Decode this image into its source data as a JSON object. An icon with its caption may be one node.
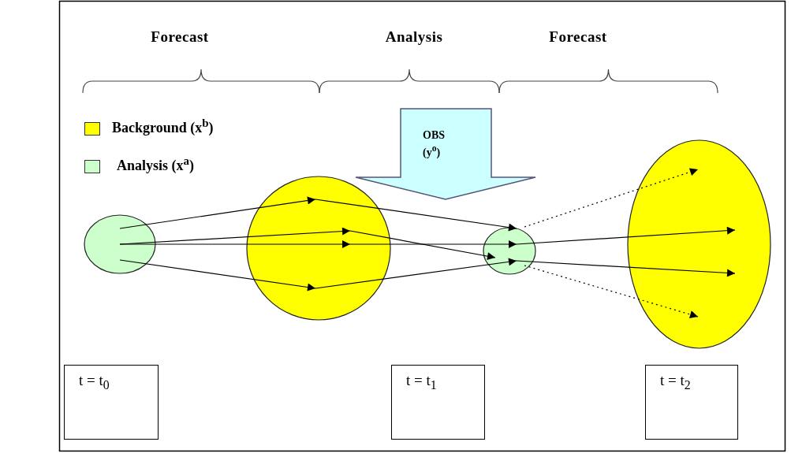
{
  "diagram": {
    "nodes": [
      {
        "text": [],
        "shape": "circle"
      },
      {
        "text": [],
        "shape": "circle"
      },
      {
        "text": [
          "OBS (y$^{o}$)"
        ]
      },
      {
        "text": [],
        "shape": "circle"
      },
      {
        "text": [],
        "shape": "circle"
      },
      {
        "text": [
          "t = t$_{0}$"
        ]
      },
      {
        "text": [
          "t = t$_{1}$"
        ]
      },
      {
        "text": [
          "t = t$_{2}$"
        ]
      }
    ],
    "edges": [
      {
        "from": 0,
        "to": 1,
        "arrow": "to"
      },
      {
        "from": 0,
        "to": 1,
        "arrow": "to"
      },
      {
        "from": 0,
        "to": 1,
        "arrow": "to"
      },
      {
        "from": 0,
        "to": 1,
        "arrow": "to"
      },
      {
        "from": 1,
        "to": 3,
        "arrow": "to"
      },
      {
        "from": 1,
        "to": 3,
        "arrow": "to"
      },
      {
        "from": 1,
        "to": 3,
        "arrow": "to"
      },
      {
        "from": 1,
        "to": 3,
        "arrow": "to"
      },
      {
        "from": 3,
        "to": 4,
        "arrow": "to",
        "style": "dashed"
      },
      {
        "from": 3,
        "to": 4,
        "arrow": "to"
      },
      {
        "from": 3,
        "to": 4,
        "arrow": "to"
      },
      {
        "from": 3,
        "to": 4,
        "arrow": "to",
        "style": "dashed"
      }
    ],
    "labels": [
      "Forecast",
      "Analysis",
      "Forecast"
    ],
    "legend": [
      {
        "text": "Background (x$^{b}$)",
        "color": "#ffff00"
      },
      {
        "text": "Analysis (x$^{a}$)",
        "color": "#ccffcc"
      }
    ]
  }
}
